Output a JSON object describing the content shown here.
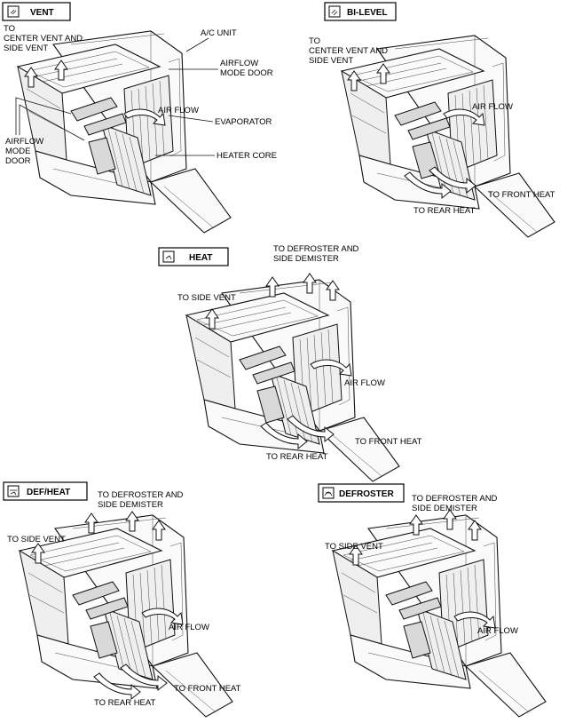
{
  "panels": {
    "vent": {
      "mode_label": "VENT",
      "icon": "vent-mode-icon",
      "labels": {
        "to_center_1": "TO",
        "to_center_2": "CENTER VENT AND",
        "to_center_3": "SIDE VENT",
        "ac_unit": "A/C UNIT",
        "airflow_door_1": "AIRFLOW",
        "airflow_door_2": "MODE DOOR",
        "air_flow": "AIR FLOW",
        "evaporator": "EVAPORATOR",
        "airflow_mode_1": "AIRFLOW",
        "airflow_mode_2": "MODE",
        "airflow_mode_3": "DOOR",
        "heater_core": "HEATER CORE"
      }
    },
    "bilevel": {
      "mode_label": "BI-LEVEL",
      "icon": "bilevel-mode-icon",
      "labels": {
        "to_center_1": "TO",
        "to_center_2": "CENTER VENT AND",
        "to_center_3": "SIDE VENT",
        "air_flow": "AIR FLOW",
        "front_heat": "TO FRONT HEAT",
        "rear_heat": "TO REAR HEAT"
      }
    },
    "heat": {
      "mode_label": "HEAT",
      "icon": "heat-mode-icon",
      "labels": {
        "defroster_1": "TO DEFROSTER AND",
        "defroster_2": "SIDE DEMISTER",
        "side_vent": "TO SIDE VENT",
        "air_flow": "AIR FLOW",
        "front_heat": "TO FRONT HEAT",
        "rear_heat": "TO REAR HEAT"
      }
    },
    "defheat": {
      "mode_label": "DEF/HEAT",
      "icon": "defheat-mode-icon",
      "labels": {
        "defroster_1": "TO DEFROSTER AND",
        "defroster_2": "SIDE DEMISTER",
        "side_vent": "TO SIDE VENT",
        "air_flow": "AIR FLOW",
        "front_heat": "TO FRONT HEAT",
        "rear_heat": "TO REAR HEAT"
      }
    },
    "defroster": {
      "mode_label": "DEFROSTER",
      "icon": "defroster-mode-icon",
      "labels": {
        "defroster_1": "TO DEFROSTER AND",
        "defroster_2": "SIDE DEMISTER",
        "side_vent": "TO SIDE VENT",
        "air_flow": "AIR FLOW"
      }
    }
  }
}
